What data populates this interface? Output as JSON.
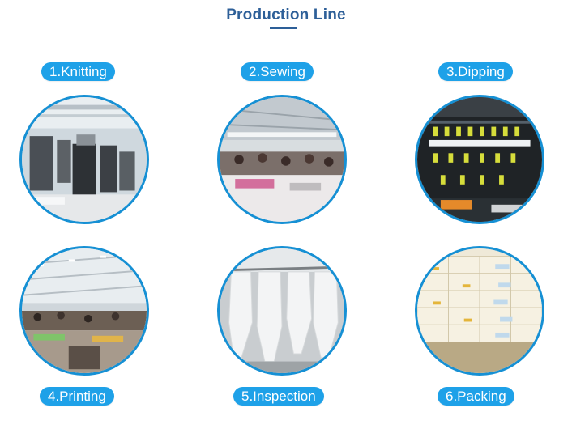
{
  "page": {
    "title": "Production Line"
  },
  "steps": [
    {
      "label": "1.Knitting",
      "icon": "knitting-photo"
    },
    {
      "label": "2.Sewing",
      "icon": "sewing-photo"
    },
    {
      "label": "3.Dipping",
      "icon": "dipping-photo"
    },
    {
      "label": "4.Printing",
      "icon": "printing-photo"
    },
    {
      "label": "5.Inspection",
      "icon": "inspection-photo"
    },
    {
      "label": "6.Packing",
      "icon": "packing-photo"
    }
  ],
  "colors": {
    "title": "#2d5f98",
    "label_bg": "#1ea1e8",
    "circle_border": "#1690d4"
  }
}
